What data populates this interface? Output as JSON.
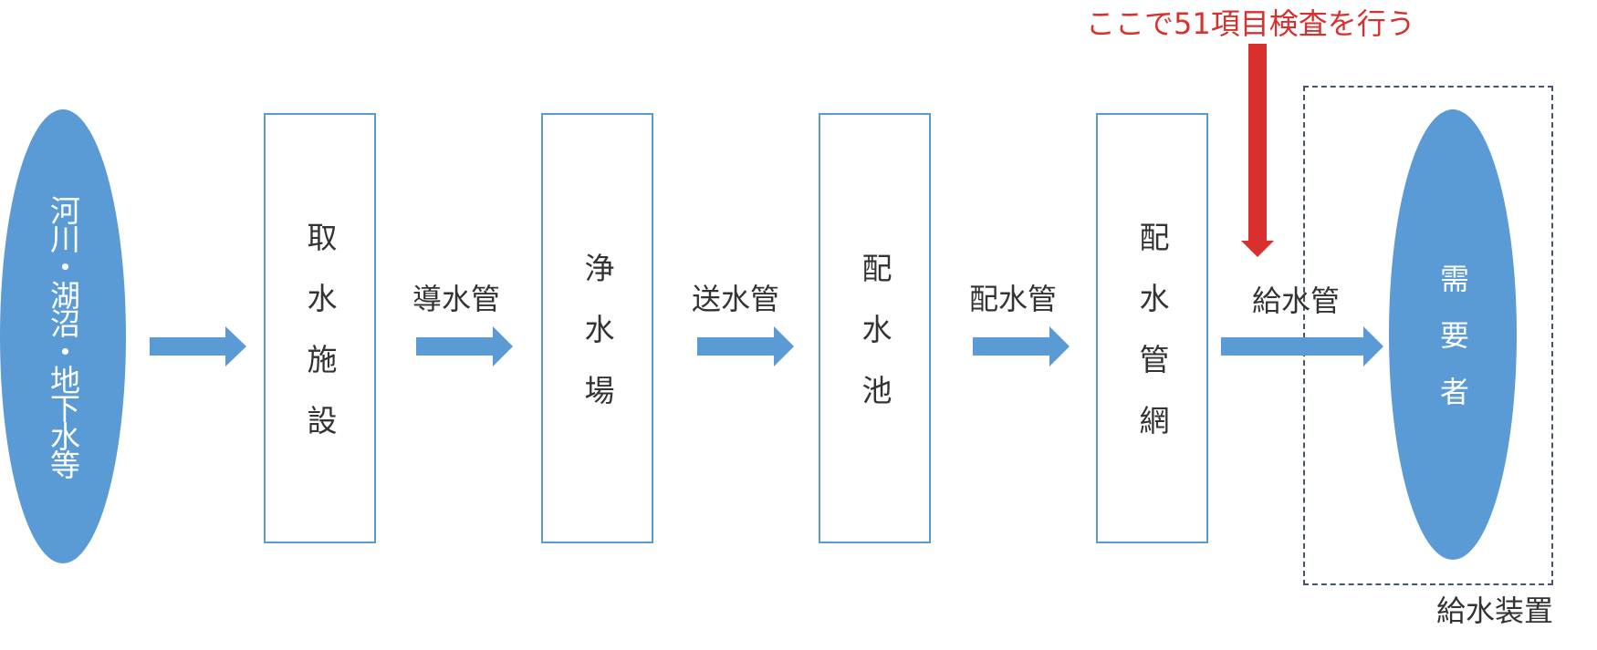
{
  "diagram": {
    "source": {
      "label": "河川・湖沼・地下水等"
    },
    "stages": [
      {
        "label": "取水施設"
      },
      {
        "label": "浄水場"
      },
      {
        "label": "配水池"
      },
      {
        "label": "配水管網"
      }
    ],
    "pipes": [
      {
        "label": ""
      },
      {
        "label": "導水管"
      },
      {
        "label": "送水管"
      },
      {
        "label": "配水管"
      },
      {
        "label": "給水管"
      }
    ],
    "consumer": {
      "label": "需要者"
    },
    "supply_device": {
      "label": "給水装置"
    },
    "inspection_note": {
      "label": "ここで51項目検査を行う"
    }
  },
  "colors": {
    "ellipse_fill": "#5b9bd5",
    "arrow_fill": "#5b9bd5",
    "box_border": "#5b9bd5",
    "dashed_border": "#44546a",
    "note_text": "#d9302e",
    "note_arrow": "#d9302e"
  }
}
